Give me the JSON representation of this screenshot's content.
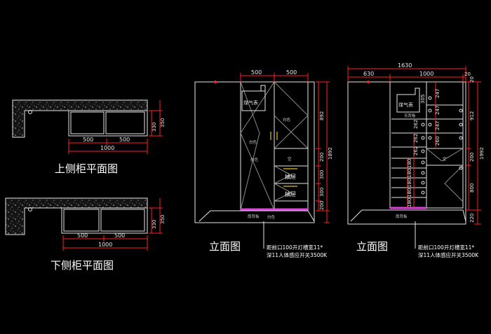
{
  "colors": {
    "background": "#000000",
    "line": "#e6e6e6",
    "dimension": "#ff2020",
    "handle": "#e8c020",
    "led_strip": "#e040e0",
    "granite": "#1a1a1a"
  },
  "top_plan": {
    "title": "上侧柜平面图",
    "dims": {
      "w1": "500",
      "w2": "500",
      "total": "1000",
      "d1": "330",
      "d2": "350"
    }
  },
  "bottom_plan": {
    "title": "下侧柜平面图",
    "dims": {
      "w1": "500",
      "w2": "500",
      "total": "1000",
      "d1": "330",
      "d2": "350"
    }
  },
  "elev1": {
    "title": "立面图",
    "top_dims": [
      "500",
      "500"
    ],
    "right_dims": [
      "892",
      "200",
      "300",
      "300",
      "200"
    ],
    "overall_height": "1892",
    "labels": {
      "gas_meter": "煤气表",
      "white1": "白色",
      "white2": "白色",
      "white3": "白色",
      "empty": "空",
      "drawer1": "抽屉",
      "drawer2": "抽屉",
      "back_panel": "厚背板",
      "bottom_white": "白色"
    },
    "note": [
      "距前口100开灯槽宽11*",
      "深11人体感应开关3500K"
    ]
  },
  "elev2": {
    "title": "立面图",
    "overall_width": "1630",
    "top_dims": [
      "630",
      "1000",
      "20"
    ],
    "right_dims": [
      "20",
      "912",
      "200",
      "800",
      "220"
    ],
    "overall_height": "1992",
    "shelf_dims": [
      "305",
      "247",
      "247",
      "247",
      "260",
      "262",
      "262",
      "262",
      "180",
      "180",
      "180",
      "180",
      "180"
    ],
    "labels": {
      "gas_meter": "煤气表",
      "no_back": "无背板",
      "empty": "空",
      "back_panel": "厚背板"
    },
    "note": [
      "距前口100开灯槽宽11*",
      "深11人体感应开关3500K"
    ]
  }
}
